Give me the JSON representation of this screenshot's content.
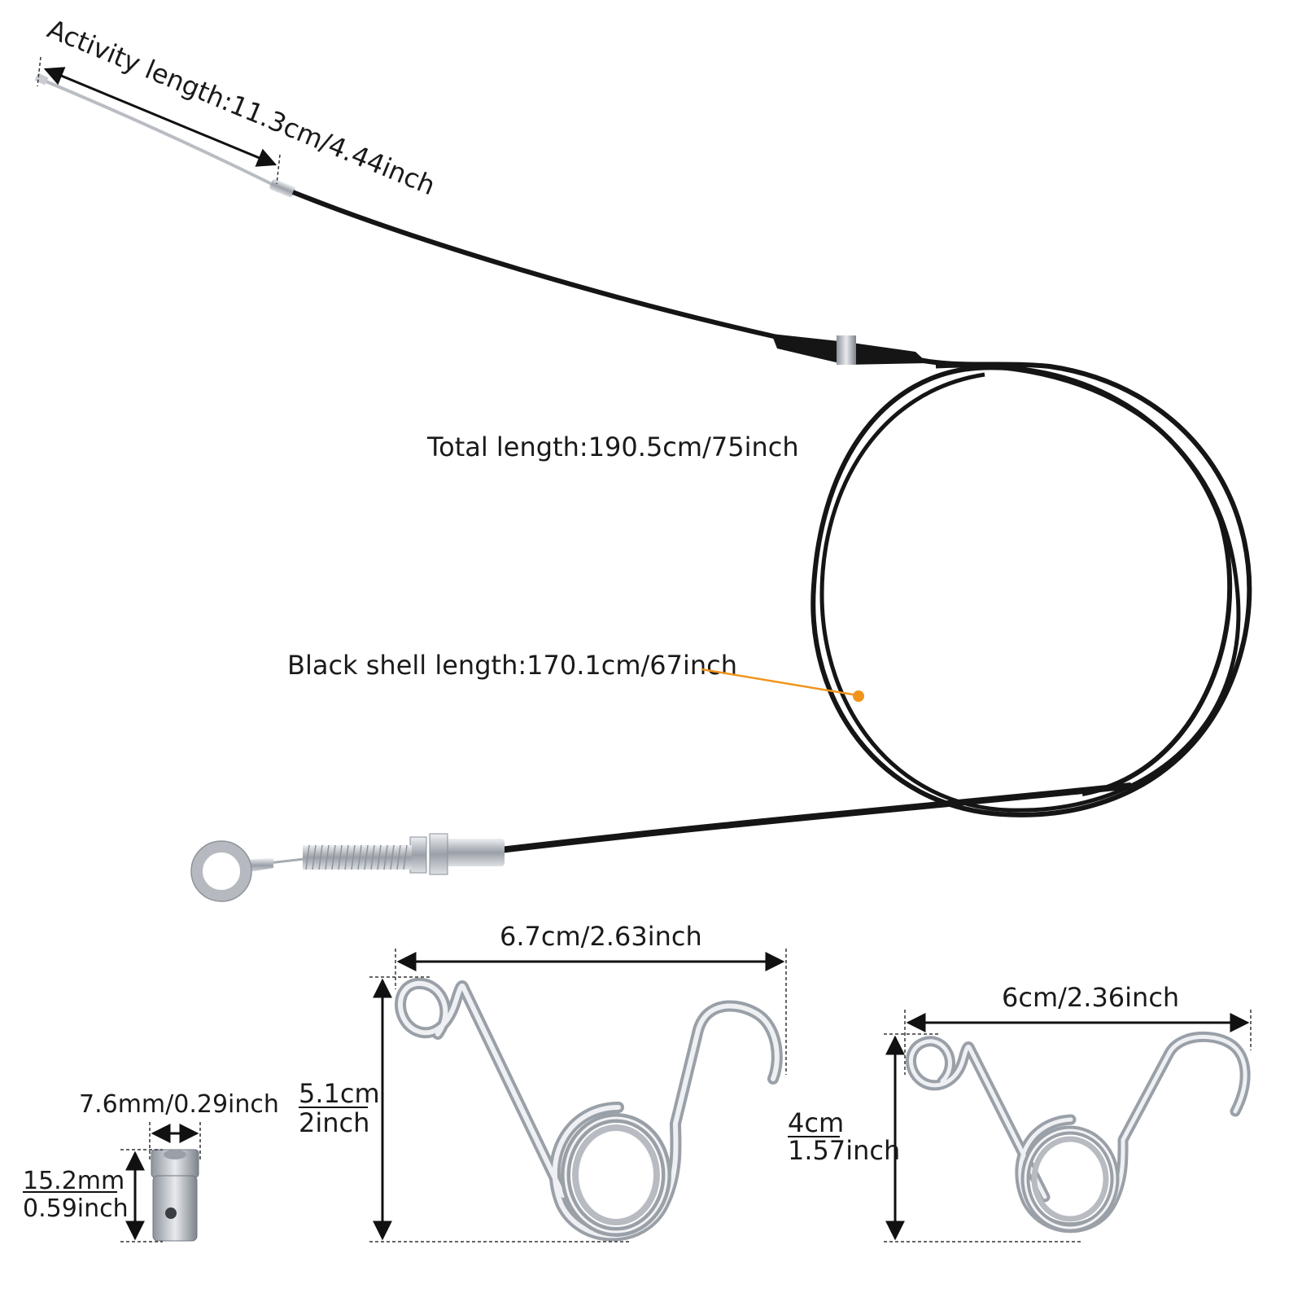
{
  "labels": {
    "activity_length": "Activity length:11.3cm/4.44inch",
    "total_length": "Total length:190.5cm/75inch",
    "black_shell_length": "Black shell length:170.1cm/67inch",
    "large_spring_width": "6.7cm/2.63inch",
    "large_spring_height_cm": "5.1cm",
    "large_spring_height_in": "2inch",
    "small_spring_width": "6cm/2.36inch",
    "small_spring_height_cm": "4cm",
    "small_spring_height_in": "1.57inch",
    "stop_width": "7.6mm/0.29inch",
    "stop_height_mm": "15.2mm",
    "stop_height_in": "0.59inch"
  },
  "colors": {
    "cable_black": "#151515",
    "leader_orange": "#f0941c",
    "metal": "#c8ccd2",
    "text": "#1a1a1a"
  },
  "icons": {
    "spring_large": "torsion-spring-icon",
    "spring_small": "torsion-spring-icon",
    "cable_stop": "cable-stop-screw-icon"
  }
}
